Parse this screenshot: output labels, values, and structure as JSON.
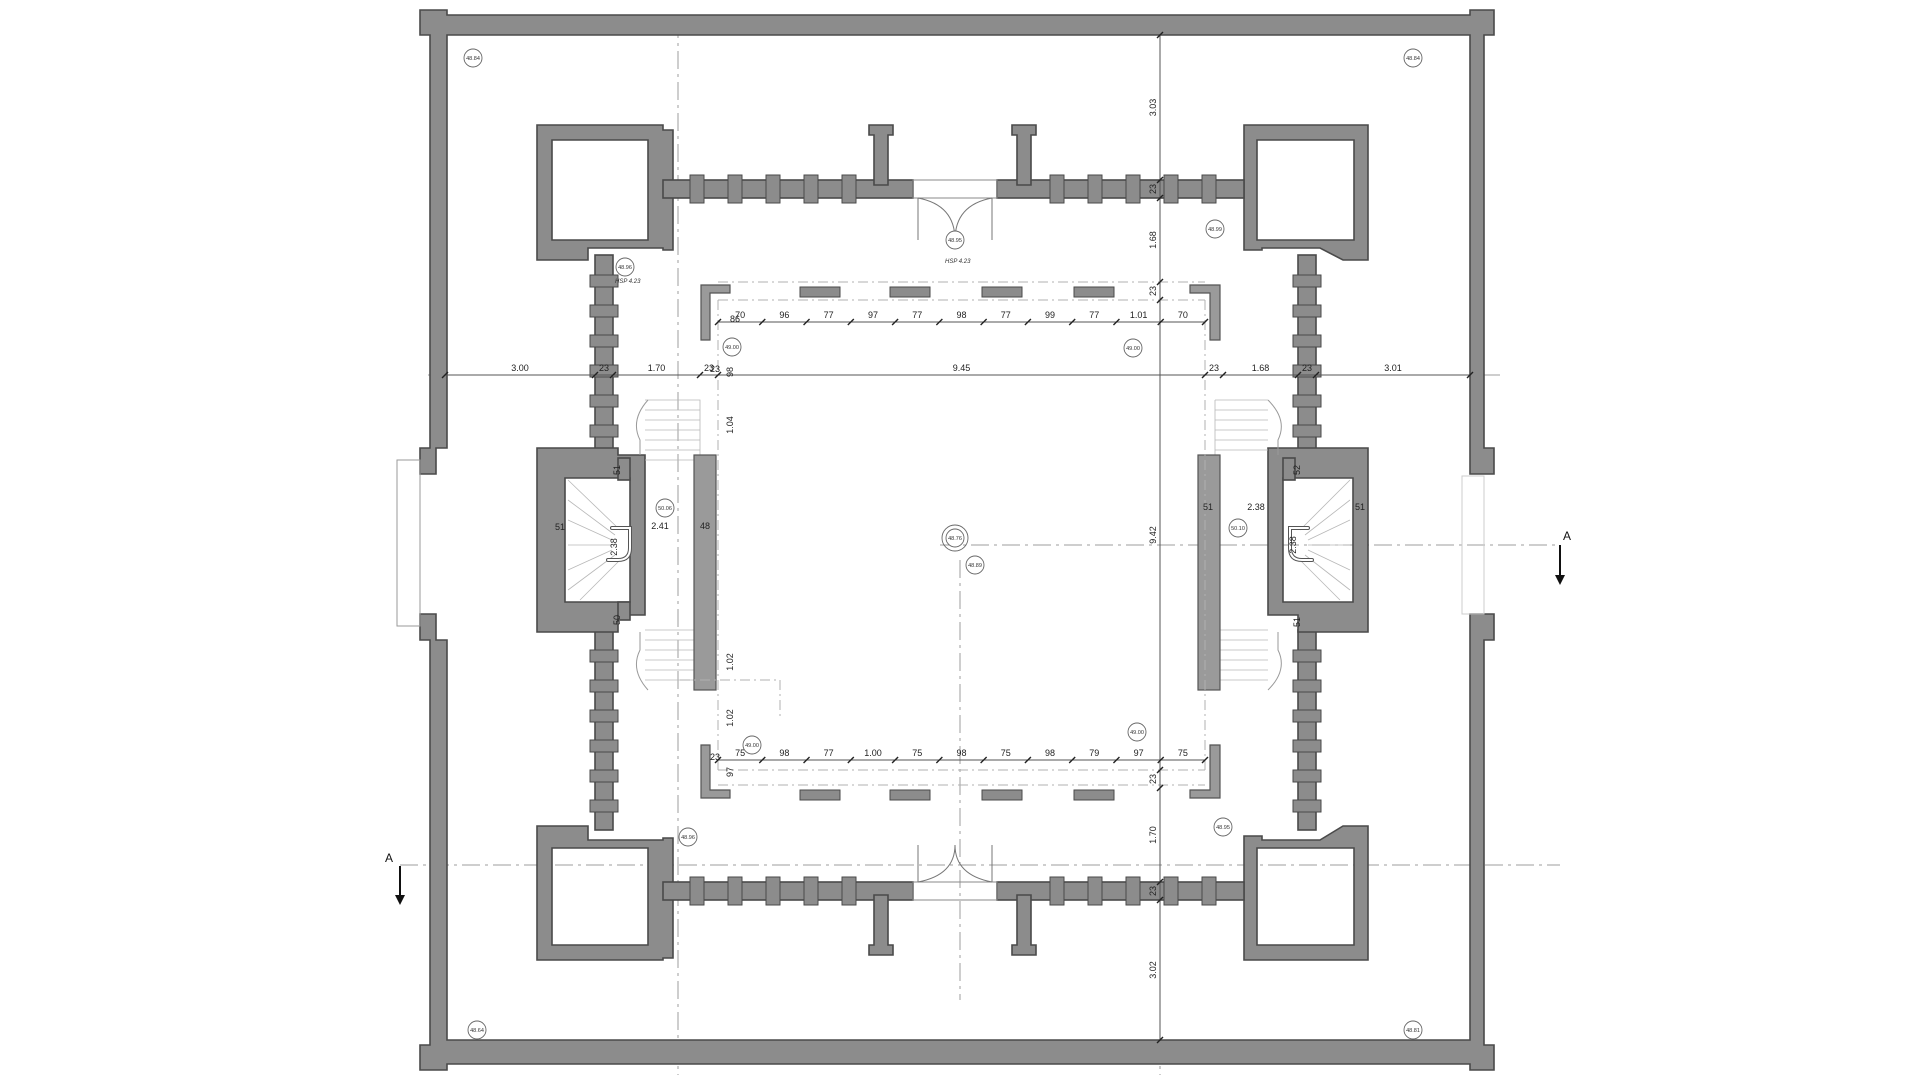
{
  "drawing": {
    "section_marker": "A",
    "note_hsp": "HSP 4.23",
    "horizontal_dims": [
      "3.00",
      "23",
      "1.70",
      "23",
      "9.45",
      "23",
      "1.68",
      "23",
      "3.01"
    ],
    "vertical_dims": [
      "3.03",
      "23",
      "1.68",
      "23",
      "9.42",
      "23",
      "1.70",
      "23",
      "3.02"
    ],
    "top_inner_dims": [
      "70",
      "96",
      "77",
      "97",
      "77",
      "98",
      "77",
      "99",
      "77",
      "1.01",
      "70"
    ],
    "bottom_inner_dims": [
      "75",
      "98",
      "77",
      "1.00",
      "75",
      "98",
      "75",
      "98",
      "79",
      "97",
      "75"
    ],
    "left_stair_dims": [
      "51",
      "2.41",
      "48",
      "51",
      "2.38",
      "50",
      "1.04",
      "1.02",
      "1.02",
      "98",
      "97",
      "86",
      "23",
      "23"
    ],
    "right_stair_dims": [
      "51",
      "2.38",
      "51",
      "52",
      "2.38",
      "51"
    ],
    "levels": {
      "top_left_corner": "48.84",
      "top_right_corner": "48.84",
      "bottom_left_corner": "48.64",
      "bottom_right_corner": "48.81",
      "top_entrance": "48.95",
      "top_right_yard": "48.99",
      "left_upper_corridor": "48.96",
      "left_lower_corridor": "48.96",
      "right_lower_corridor": "48.95",
      "court_nw": "49.00",
      "court_ne": "49.00",
      "court_sw": "49.00",
      "court_se": "49.00",
      "left_stair": "50.06",
      "right_stair": "50.10",
      "center_top": "48.76",
      "center_bottom": "48.89"
    }
  }
}
